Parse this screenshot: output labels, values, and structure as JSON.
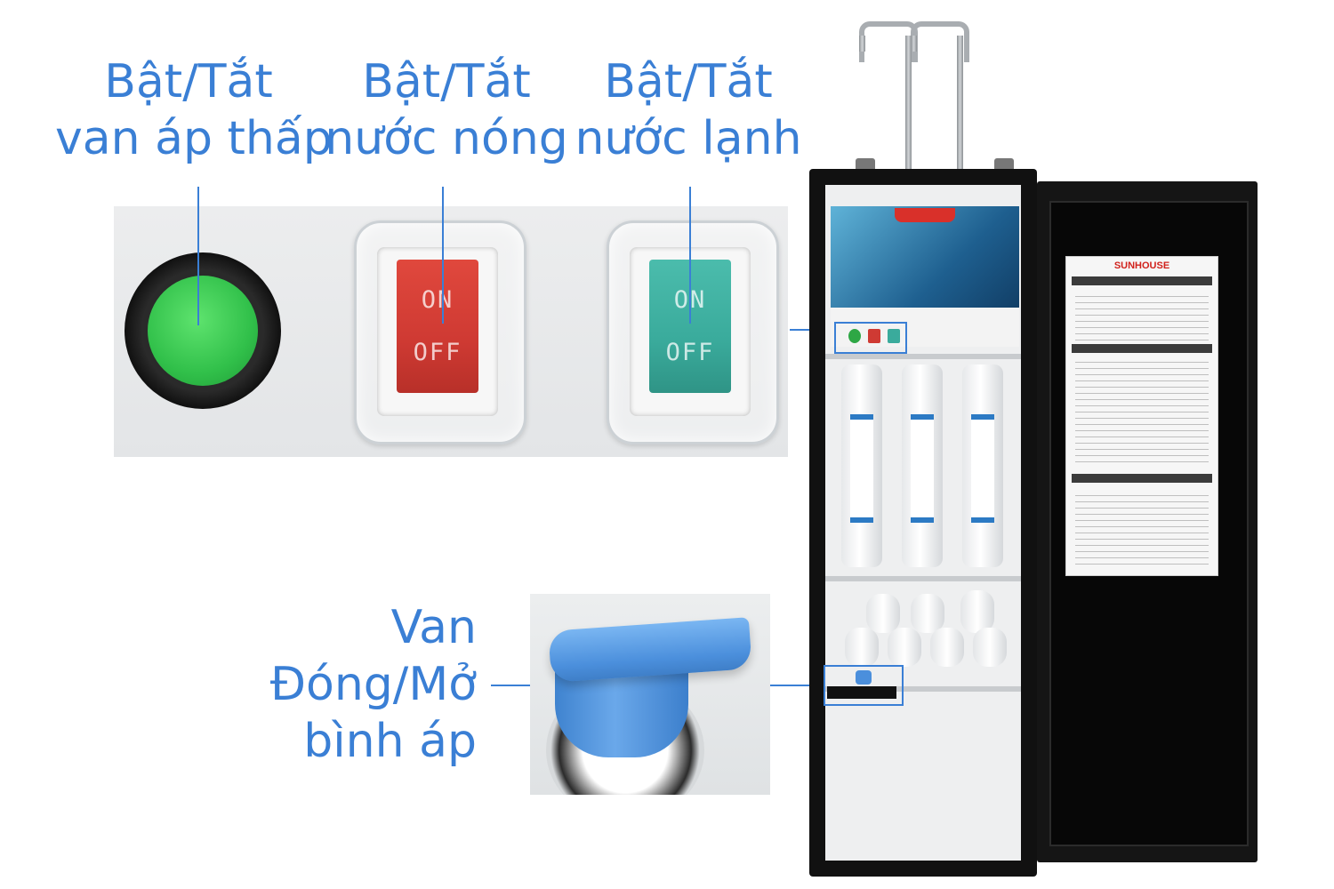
{
  "labels": {
    "low_pressure_valve": {
      "line1": "Bật/Tắt",
      "line2": "van áp thấp"
    },
    "hot_water": {
      "line1": "Bật/Tắt",
      "line2": "nước nóng"
    },
    "cold_water": {
      "line1": "Bật/Tắt",
      "line2": "nước lạnh"
    },
    "tank_valve": {
      "line1": "Van",
      "line2": "Đóng/Mở",
      "line3": "bình áp"
    }
  },
  "switches": {
    "hot": {
      "on": "ON",
      "off": "OFF"
    },
    "cold": {
      "on": "ON",
      "off": "OFF"
    }
  },
  "machine": {
    "brand": "SUNHOUSE"
  },
  "colors": {
    "label_blue": "#3a7fd5",
    "green_button": "#31c04a",
    "hot_switch": "#cf3a33",
    "cold_switch": "#3aab9c",
    "valve_handle": "#4b8fdc",
    "brand_red": "#d1221c"
  }
}
